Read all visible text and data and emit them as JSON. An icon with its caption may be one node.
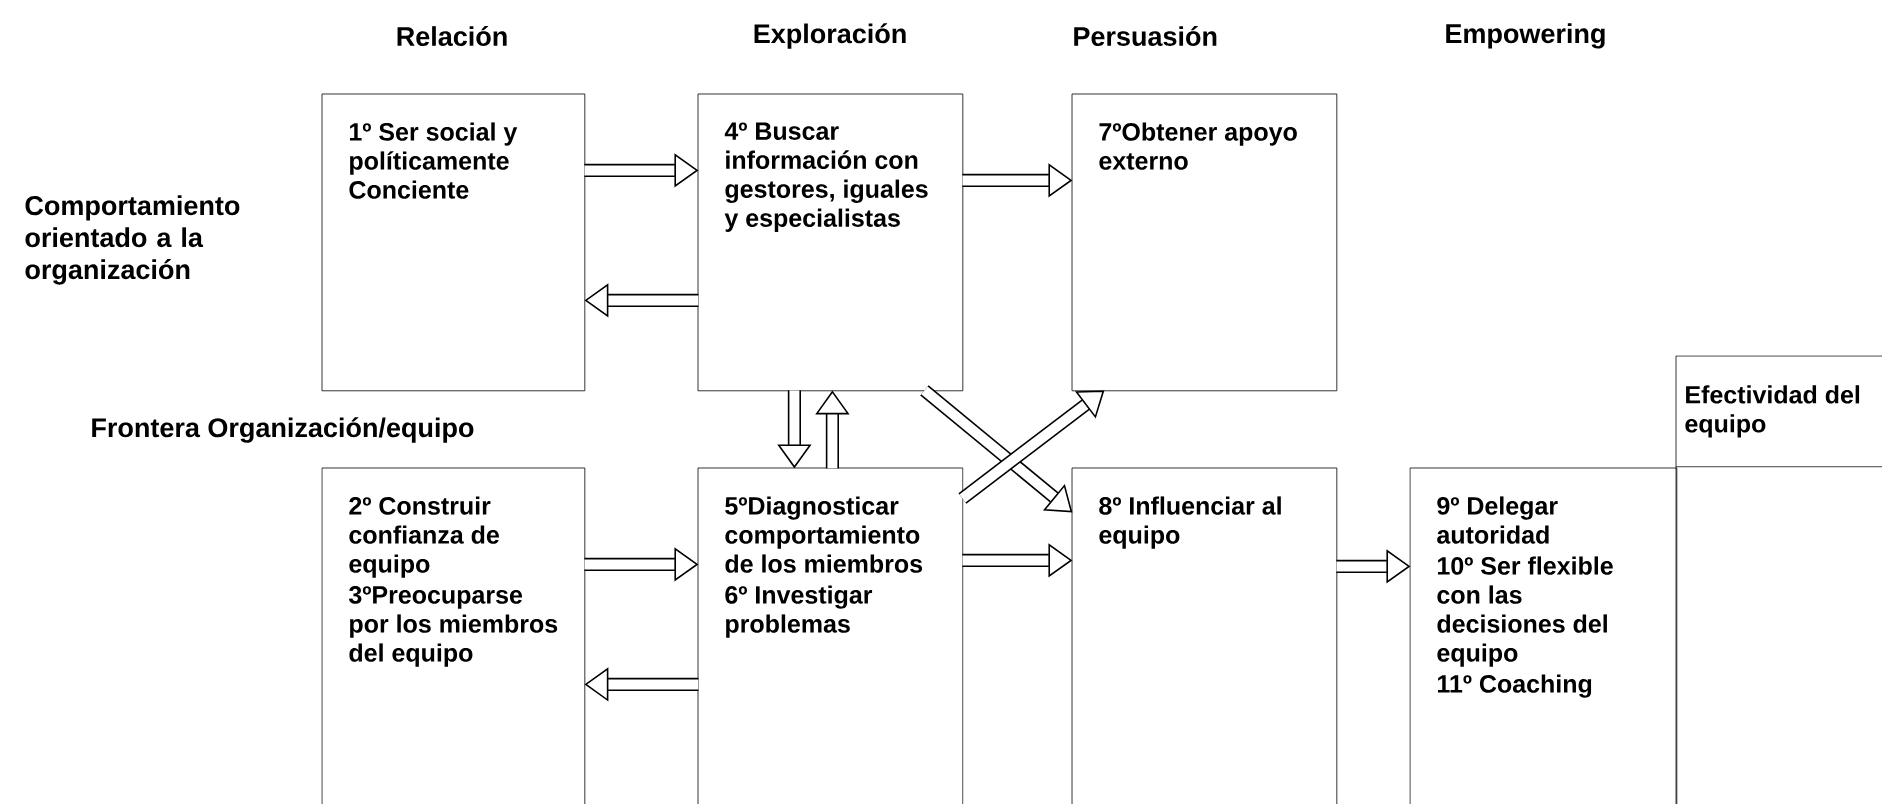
{
  "diagram": {
    "nodes": [
      {
        "text": [
          "1º Ser social y políticamente Conciente"
        ]
      },
      {
        "text": [
          "4º Buscar información con gestores, iguales y especialistas"
        ]
      },
      {
        "text": [
          "7ºObtener apoyo externo"
        ]
      },
      {
        "text": [
          "2º Construir confianza de equipo",
          "3ºPreocuparse por los miembros del equipo"
        ]
      },
      {
        "text": [
          "5ºDiagnosticar comportamiento de los miembros",
          "6º Investigar problemas"
        ]
      },
      {
        "text": [
          "8º Influenciar al equipo"
        ]
      },
      {
        "text": [
          "9º Delegar autoridad",
          "10º Ser flexible con las decisiones del equipo",
          "11º Coaching"
        ]
      },
      {
        "text": [
          "Efectividad del equipo"
        ]
      }
    ],
    "edges": [
      {
        "from": 0,
        "to": 1,
        "arrow": "to"
      },
      {
        "from": 1,
        "to": 0,
        "arrow": "to"
      },
      {
        "from": 1,
        "to": 2,
        "arrow": "to"
      },
      {
        "from": 3,
        "to": 4,
        "arrow": "to"
      },
      {
        "from": 4,
        "to": 3,
        "arrow": "to"
      },
      {
        "from": 1,
        "to": 4,
        "arrow": "to"
      },
      {
        "from": 4,
        "to": 1,
        "arrow": "to"
      },
      {
        "from": 1,
        "to": 5,
        "arrow": "to"
      },
      {
        "from": 4,
        "to": 2,
        "arrow": "to"
      },
      {
        "from": 4,
        "to": 5,
        "arrow": "to"
      },
      {
        "from": 5,
        "to": 6,
        "arrow": "to"
      }
    ],
    "labels": [
      "Relación",
      "Exploración",
      "Persuasión",
      "Empowering",
      "Comportamiento orientado a la organización",
      "Frontera Organización/equipo"
    ]
  }
}
